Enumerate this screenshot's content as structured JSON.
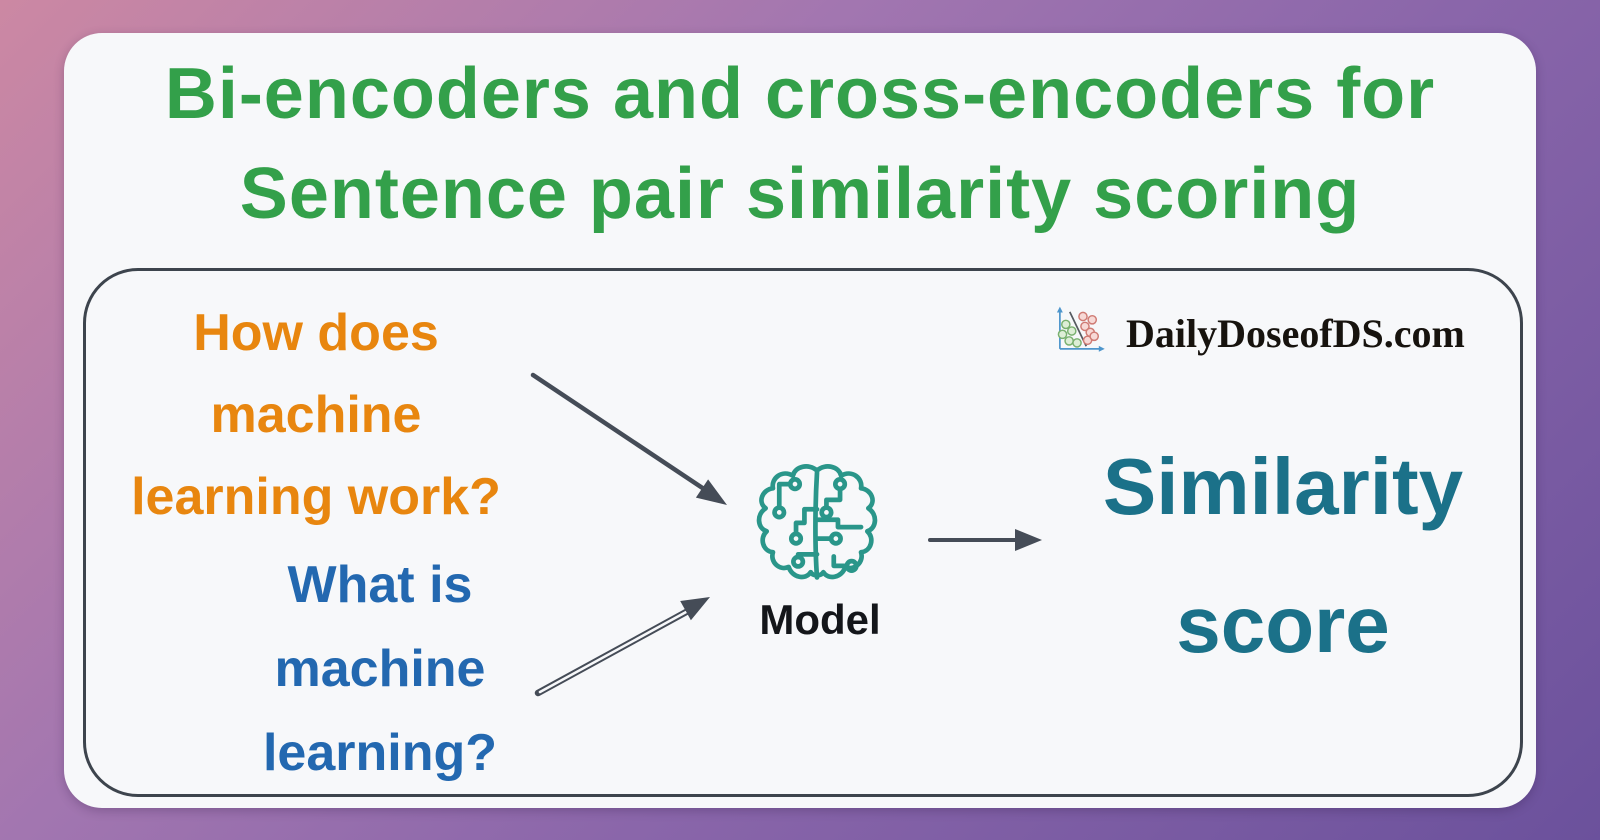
{
  "title": {
    "line1": "Bi-encoders and cross-encoders for",
    "line2": "Sentence pair similarity scoring",
    "color": "#33a04a"
  },
  "branding": {
    "site": "DailyDoseofDS.com",
    "icon": "scatter-plot-icon"
  },
  "diagram": {
    "question_top": {
      "line1": "How does",
      "line2": "machine",
      "line3": "learning work?",
      "color": "#e8860f"
    },
    "question_bottom": {
      "line1": "What is",
      "line2": "machine",
      "line3": "learning?",
      "color": "#2368b0"
    },
    "model": {
      "label": "Model",
      "icon": "brain-circuit-icon",
      "icon_color": "#2a968a"
    },
    "output": {
      "line1": "Similarity",
      "line2": "score",
      "color": "#1b7189"
    },
    "arrow_color": "#454c57"
  },
  "colors": {
    "background_gradient_start": "#cc88a3",
    "background_gradient_mid": "#9a70ae",
    "background_gradient_end": "#6b519c",
    "card": "#f7f8fa",
    "inner_border": "#3d444d"
  }
}
